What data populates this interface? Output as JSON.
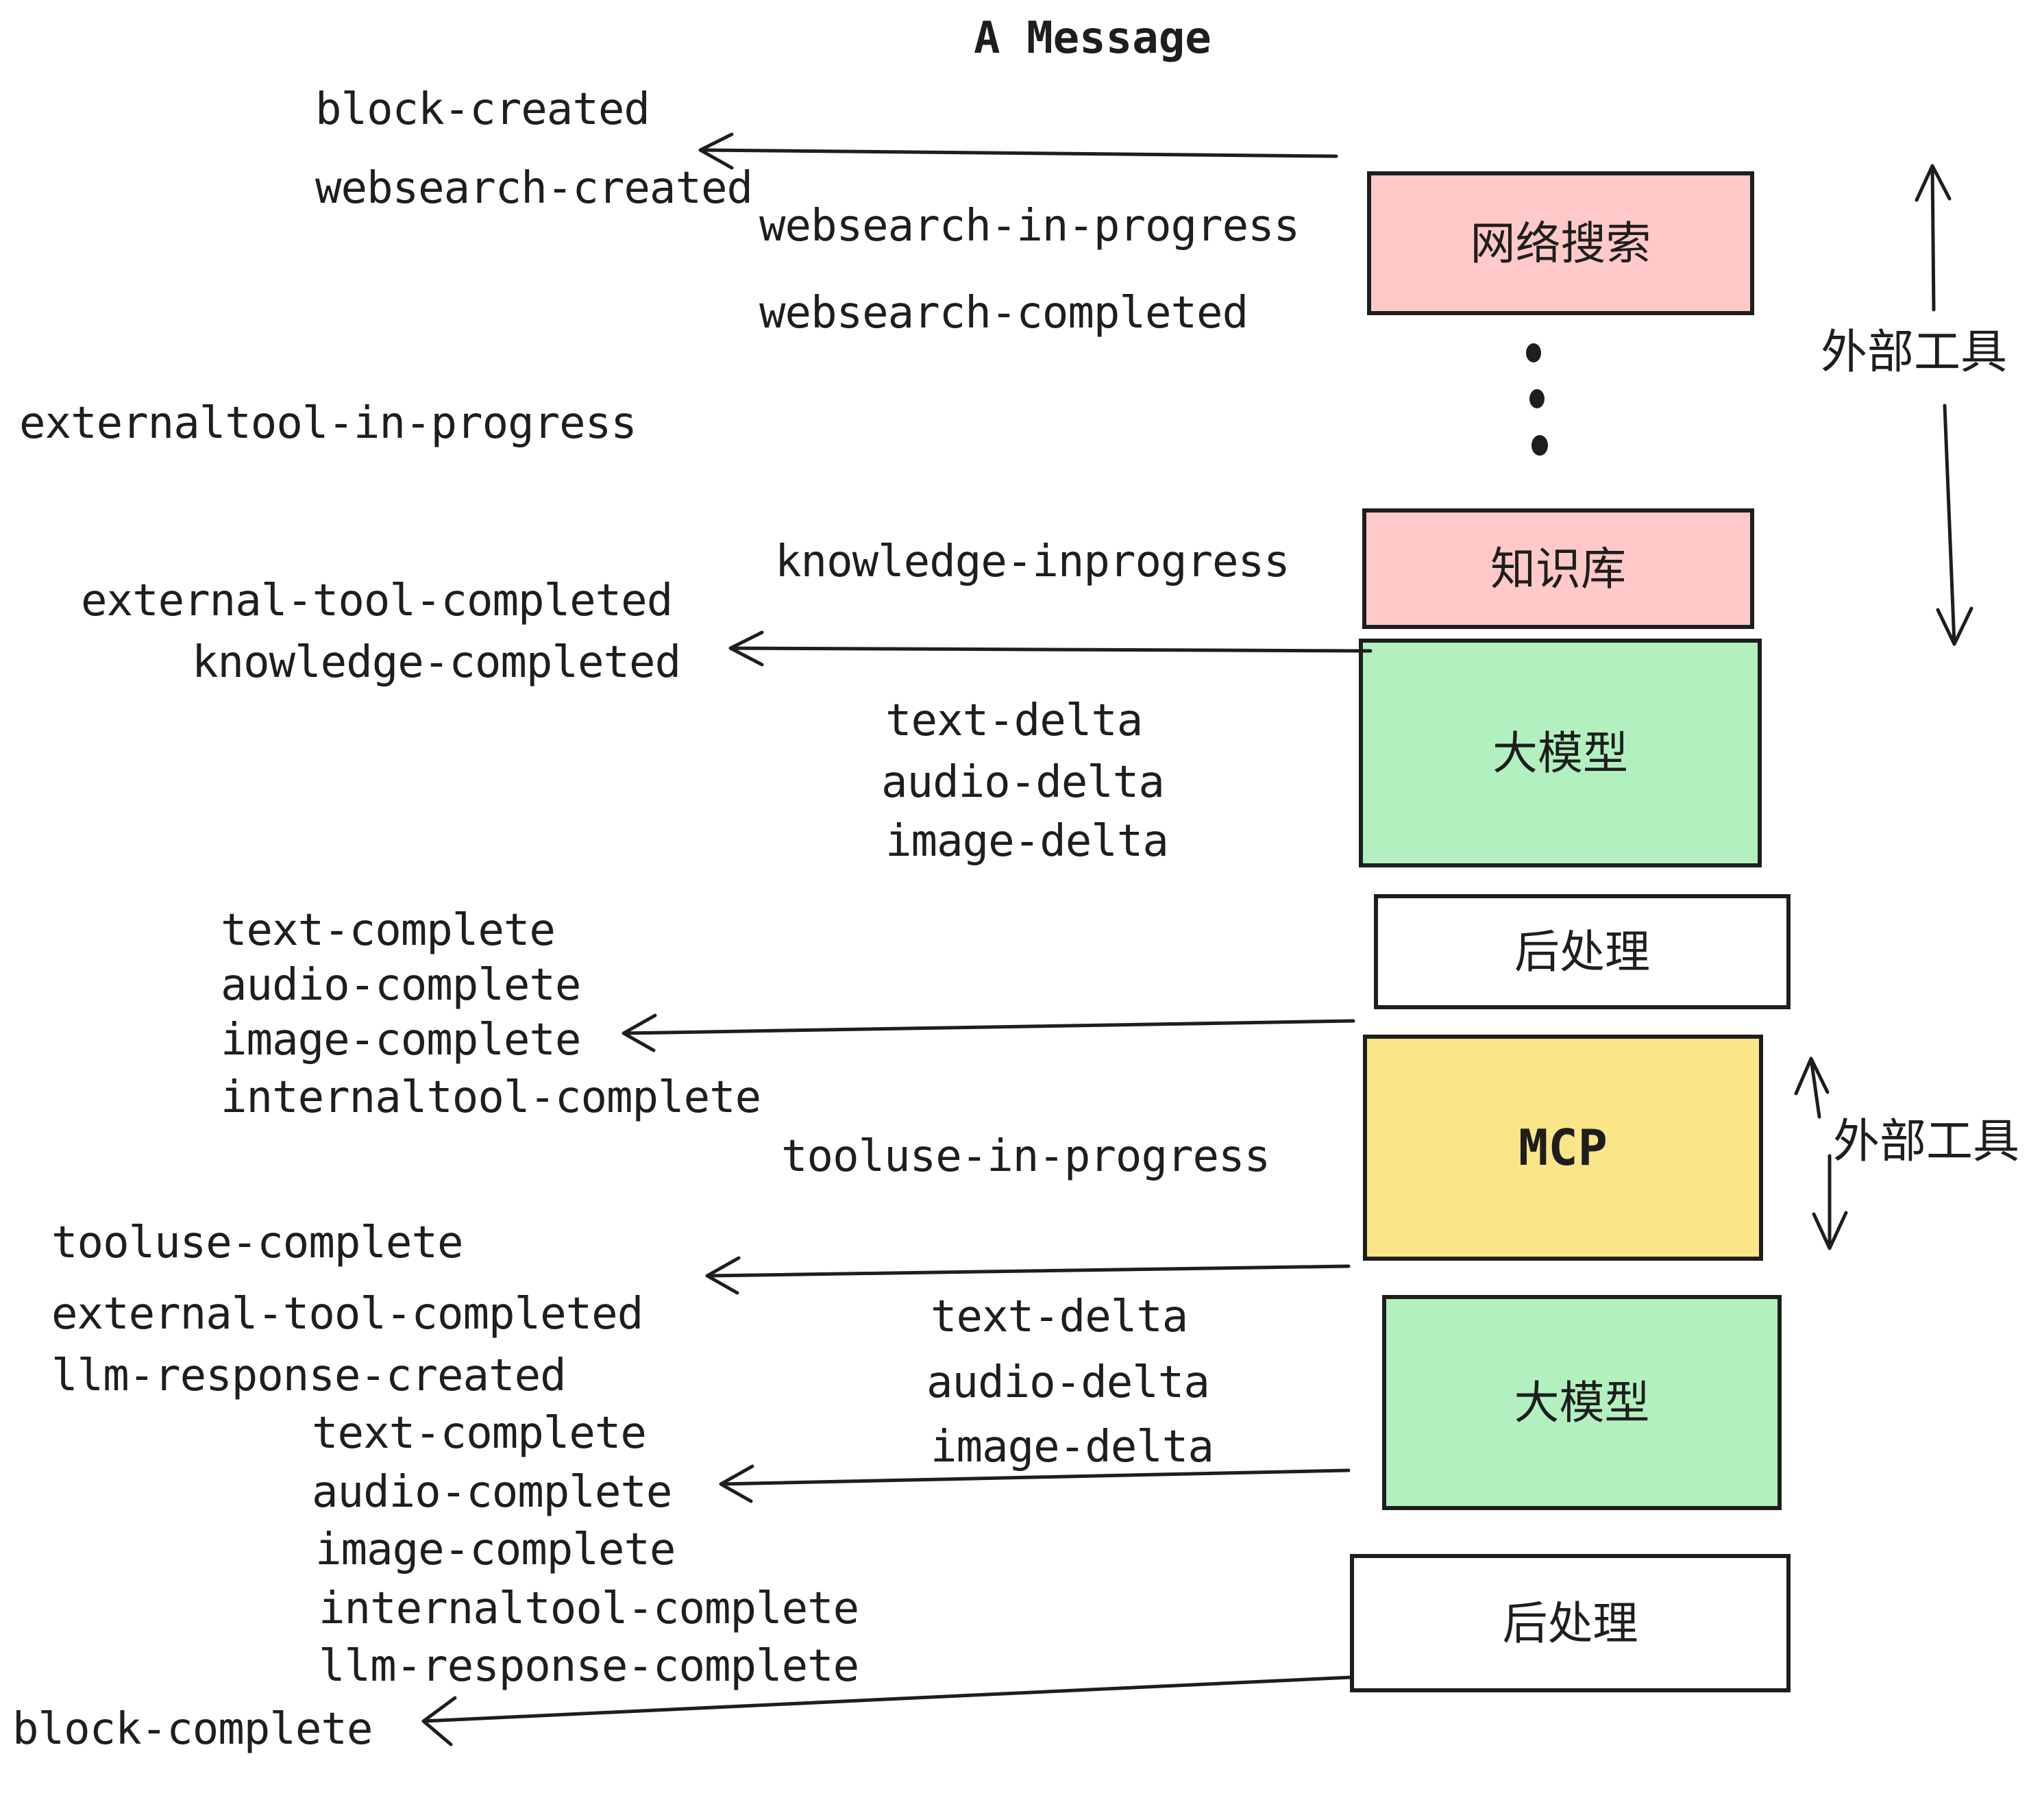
{
  "title": "A Message",
  "colors": {
    "ink": "#1e1e1e",
    "pink_box_fill": "#ffc9c9",
    "green_box_fill": "#b2f0c0",
    "yellow_box_fill": "#fae588",
    "white_box_fill": "#ffffff",
    "background": "#ffffff"
  },
  "boxes": [
    {
      "id": "websearch",
      "label": "网络搜索",
      "fill": "#ffc9c9"
    },
    {
      "id": "knowledge",
      "label": "知识库",
      "fill": "#ffc9c9"
    },
    {
      "id": "llm-1",
      "label": "大模型",
      "fill": "#b2f0c0"
    },
    {
      "id": "post-processing-1",
      "label": "后处理",
      "fill": "#ffffff"
    },
    {
      "id": "mcp",
      "label": "MCP",
      "fill": "#fae588"
    },
    {
      "id": "llm-2",
      "label": "大模型",
      "fill": "#b2f0c0"
    },
    {
      "id": "post-processing-2",
      "label": "后处理",
      "fill": "#ffffff"
    }
  ],
  "events": [
    {
      "id": "block-created",
      "text": "block-created"
    },
    {
      "id": "websearch-created",
      "text": "websearch-created"
    },
    {
      "id": "websearch-in-progress",
      "text": "websearch-in-progress"
    },
    {
      "id": "websearch-completed",
      "text": "websearch-completed"
    },
    {
      "id": "externaltool-in-progress",
      "text": "externaltool-in-progress"
    },
    {
      "id": "knowledge-inprogress",
      "text": "knowledge-inprogress"
    },
    {
      "id": "external-tool-completed-1",
      "text": "external-tool-completed"
    },
    {
      "id": "knowledge-completed",
      "text": "knowledge-completed"
    },
    {
      "id": "text-delta-1",
      "text": "text-delta"
    },
    {
      "id": "audio-delta-1",
      "text": "audio-delta"
    },
    {
      "id": "image-delta-1",
      "text": "image-delta"
    },
    {
      "id": "text-complete-1",
      "text": "text-complete"
    },
    {
      "id": "audio-complete-1",
      "text": "audio-complete"
    },
    {
      "id": "image-complete-1",
      "text": "image-complete"
    },
    {
      "id": "internaltool-complete-1",
      "text": "internaltool-complete"
    },
    {
      "id": "tooluse-in-progress",
      "text": "tooluse-in-progress"
    },
    {
      "id": "tooluse-complete",
      "text": "tooluse-complete"
    },
    {
      "id": "external-tool-completed-2",
      "text": "external-tool-completed"
    },
    {
      "id": "llm-response-created",
      "text": "llm-response-created"
    },
    {
      "id": "text-complete-2",
      "text": "text-complete"
    },
    {
      "id": "audio-complete-2",
      "text": "audio-complete"
    },
    {
      "id": "text-delta-2",
      "text": "text-delta"
    },
    {
      "id": "audio-delta-2",
      "text": "audio-delta"
    },
    {
      "id": "image-delta-2",
      "text": "image-delta"
    },
    {
      "id": "image-complete-2",
      "text": "image-complete"
    },
    {
      "id": "internaltool-complete-2",
      "text": "internaltool-complete"
    },
    {
      "id": "llm-response-complete",
      "text": "llm-response-complete"
    },
    {
      "id": "block-complete",
      "text": "block-complete"
    }
  ],
  "side_labels": [
    {
      "id": "external-tools-top",
      "text": "外部工具"
    },
    {
      "id": "external-tools-bottom",
      "text": "外部工具"
    }
  ]
}
